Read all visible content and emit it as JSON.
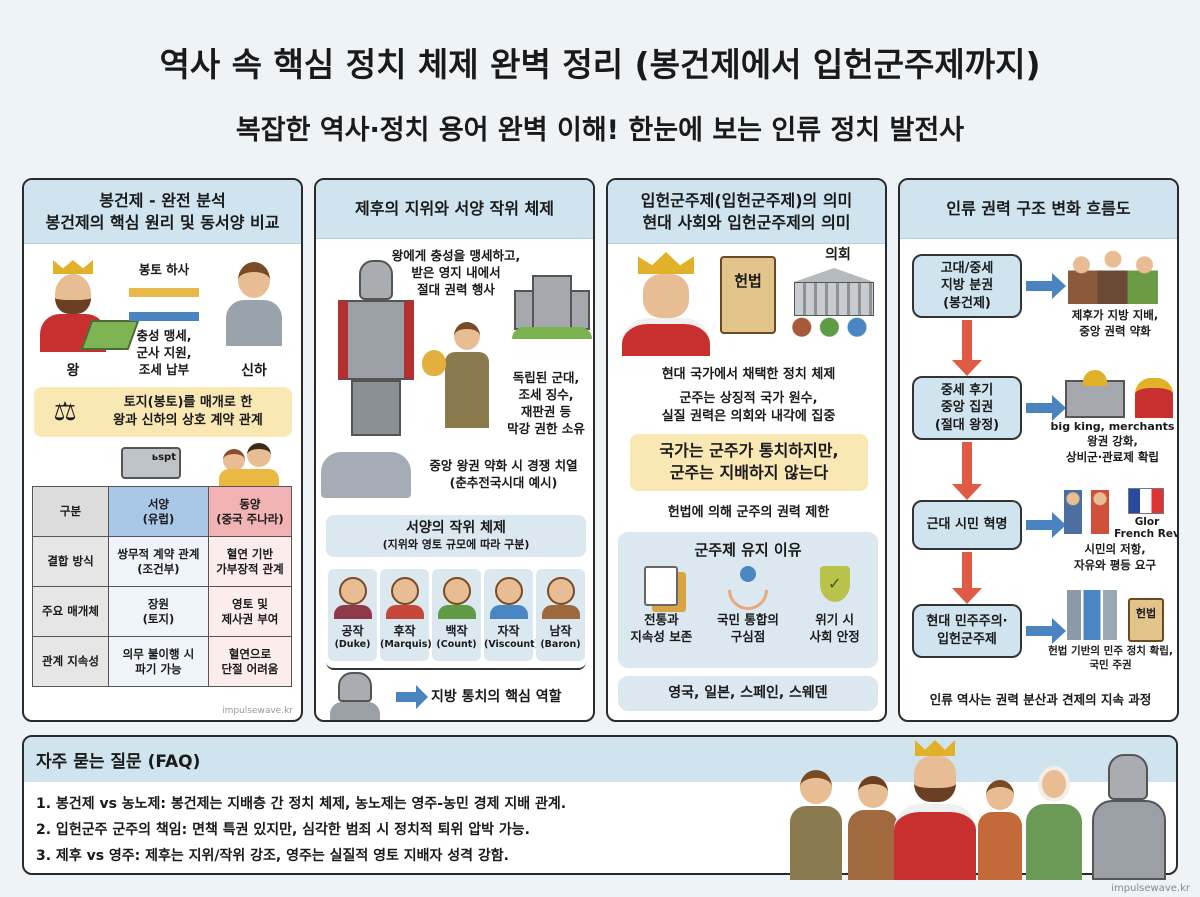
{
  "header": {
    "title": "역사 속 핵심 정치 체제 완벽 정리 (봉건제에서 입헌군주제까지)",
    "subtitle": "복잡한 역사·정치 용어 완벽 이해! 한눈에 보는 인류 정치 발전사"
  },
  "panel1": {
    "title": "봉건제 - 완전 분석",
    "subtitle": "봉건제의 핵심 원리 및 동서양 비교",
    "arrow_right": "봉토 하사",
    "arrow_left": "충성 맹세,\n군사 지원,\n조세 납부",
    "king": "왕",
    "vassal": "신하",
    "note": "토지(봉토)를 매개로 한\n왕과 신하의 상호 계약 관계",
    "truck_label": "ьspt",
    "table": {
      "headers": [
        "구분",
        "서양\n(유럽)",
        "동양\n(중국 주나라)"
      ],
      "rows": [
        [
          "결합 방식",
          "쌍무적 계약 관계\n(조건부)",
          "혈연 기반\n가부장적 관계"
        ],
        [
          "주요 매개체",
          "장원\n(토지)",
          "영토 및\n제사권 부여"
        ],
        [
          "관계 지속성",
          "의무 불이행 시\n파기 가능",
          "혈연으로\n단절 어려움"
        ]
      ]
    },
    "watermark": "impulsewave.kr"
  },
  "panel2": {
    "title": "제후의 지위와 서양 작위 체제",
    "text1": "왕에게 충성을 맹세하고,\n받은 영지 내에서\n절대 권력 행사",
    "text2": "독립된 군대,\n조세 징수,\n재판권 등\n막강 권한 소유",
    "text3": "중앙 왕권 약화 시 경쟁 치열\n(춘추전국시대 예시)",
    "ranks_title": "서양의 작위 체제",
    "ranks_subtitle": "(지위와 영토 규모에 따라 구분)",
    "ranks": [
      {
        "ko": "공작",
        "en": "(Duke)",
        "color": "#8e3a4a"
      },
      {
        "ko": "후작",
        "en": "(Marquis)",
        "color": "#c4473a"
      },
      {
        "ko": "백작",
        "en": "(Count)",
        "color": "#5f9a45"
      },
      {
        "ko": "자작",
        "en": "(Viscount)",
        "color": "#4a86c4"
      },
      {
        "ko": "남작",
        "en": "(Baron)",
        "color": "#9c6a3e"
      }
    ],
    "role": "지방 통치의 핵심 역할"
  },
  "panel3": {
    "title": "입헌군주제(입헌군주제)의 의미\n현대 사회와 입헌군주제의 의미",
    "book": "헌법",
    "parliament": "의회",
    "text1": "현대 국가에서 채택한 정치 체제",
    "text2": "군주는 상징적 국가 원수,\n실질 권력은 의회와 내각에 집중",
    "note": "국가는 군주가 통치하지만,\n군주는 지배하지 않는다",
    "text3": "헌법에 의해 군주의 권력 제한",
    "reasons_title": "군주제 유지 이유",
    "reasons": [
      "전통과\n지속성 보존",
      "국민 통합의\n구심점",
      "위기 시\n사회 안정"
    ],
    "countries": "영국, 일본, 스페인, 스웨덴"
  },
  "panel4": {
    "title": "인류 권력 구조 변화 흐름도",
    "steps": [
      {
        "label": "고대/중세\n지방 분권\n(봉건제)",
        "desc": "제후가 지방 지배,\n중앙 권력 약화"
      },
      {
        "label": "중세 후기\n중앙 집권\n(절대 왕정)",
        "caption": "big king, merchants",
        "desc": "왕권 강화,\n상비군·관료제 확립"
      },
      {
        "label": "근대 시민 혁명",
        "caption": "Glor\nFrench Rev",
        "desc": "시민의 저항,\n자유와 평등 요구"
      },
      {
        "label": "현대 민주주의·\n입헌군주제",
        "book": "헌법",
        "desc": "헌법 기반의 민주 정치 확립,\n국민 주권"
      }
    ],
    "footer": "인류 역사는 권력 분산과 견제의 지속 과정"
  },
  "faq": {
    "title": "자주 묻는 질문 (FAQ)",
    "items": [
      "1. 봉건제 vs 농노제: 봉건제는 지배층 간 정치 체제, 농노제는 영주-농민 경제 지배 관계.",
      "2. 입헌군주 군주의 책임: 면책 특권 있지만, 심각한 범죄 시 정치적 퇴위 압박 가능.",
      "3. 제후 vs 영주: 제후는 지위/작위 강조, 영주는 실질적 영토 지배자 성격 강함."
    ]
  },
  "watermark": "impulsewave.kr",
  "colors": {
    "header_bg": "#cfe4ef",
    "note_bg": "#f9e7b4",
    "west": "#a9c8e8",
    "east": "#f1b3b3",
    "flow_arrow": "#e05a44",
    "side_arrow": "#4a84c0"
  }
}
